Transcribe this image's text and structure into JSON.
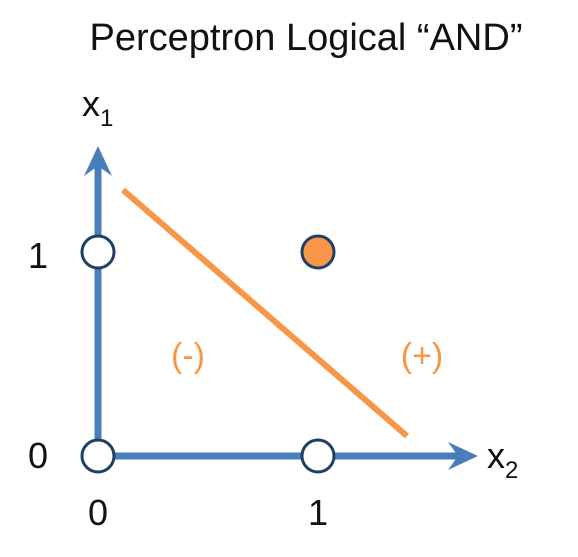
{
  "diagram": {
    "title": "Perceptron Logical “AND”",
    "axes": {
      "vertical": {
        "base": "x",
        "subscript": "1"
      },
      "horizontal": {
        "base": "x",
        "subscript": "2"
      }
    },
    "ticks": {
      "y": [
        "0",
        "1"
      ],
      "x": [
        "0",
        "1"
      ]
    },
    "regions": {
      "negative": "(-)",
      "positive": "(+)"
    },
    "points": [
      {
        "x2": 0,
        "x1": 0,
        "class": "negative",
        "filled": false
      },
      {
        "x2": 0,
        "x1": 1,
        "class": "negative",
        "filled": false
      },
      {
        "x2": 1,
        "x1": 0,
        "class": "negative",
        "filled": false
      },
      {
        "x2": 1,
        "x1": 1,
        "class": "positive",
        "filled": true
      }
    ],
    "colors": {
      "axis": "#4a7ebb",
      "boundary": "#f79646",
      "positive_fill": "#f79646",
      "negative_fill": "#ffffff",
      "point_stroke": "#1f3f66",
      "region_label": "#f79646",
      "text": "#111111"
    }
  }
}
